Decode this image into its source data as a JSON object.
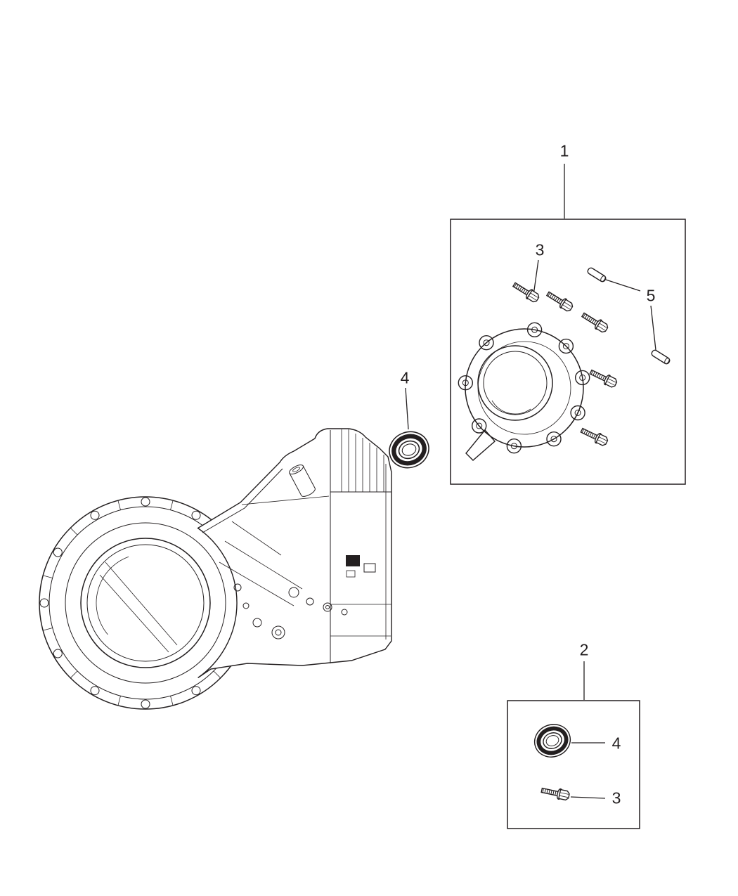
{
  "colors": {
    "line": "#231f20",
    "background": "#ffffff"
  },
  "callouts": {
    "box1": "1",
    "box2": "2",
    "bolt_upper": "3",
    "bolt_lower": "3",
    "seal_mid": "4",
    "seal_lower": "4",
    "dowel_pins": "5"
  }
}
